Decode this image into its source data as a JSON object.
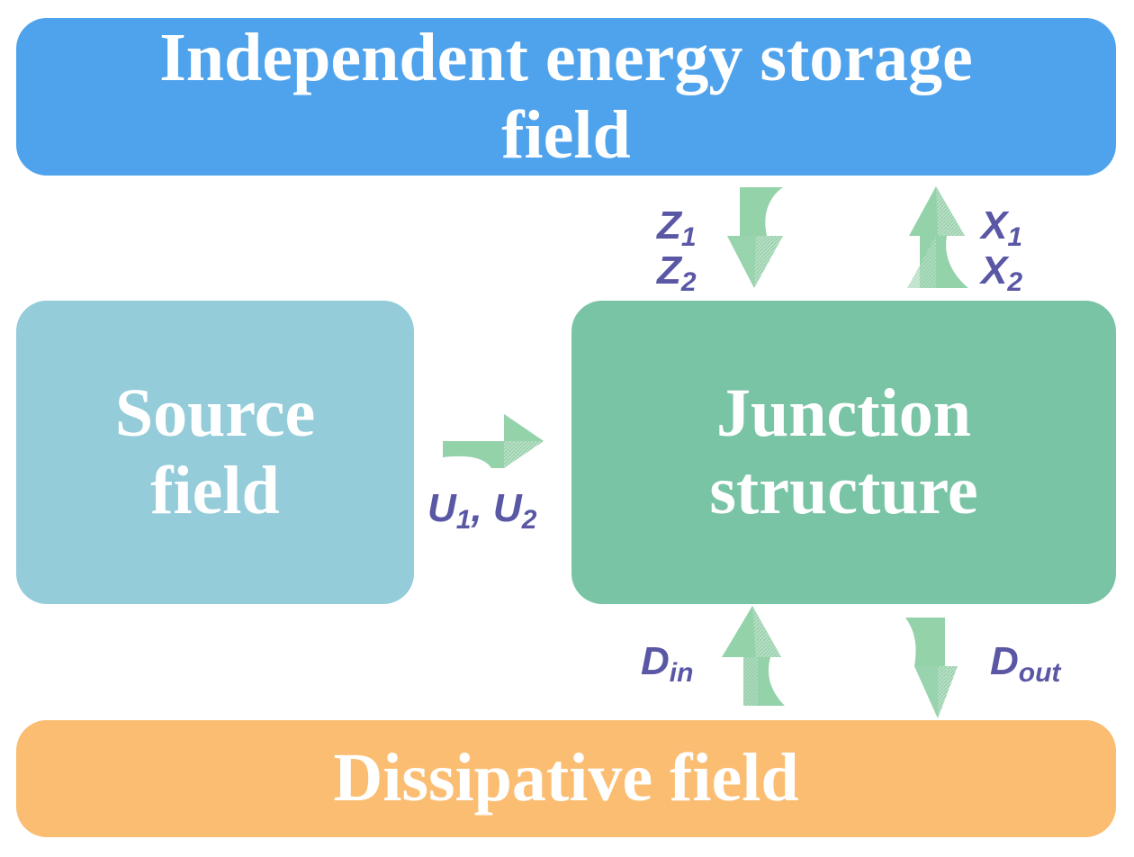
{
  "boxes": {
    "storage_line1": "Independent energy storage",
    "storage_line2": "field",
    "source_line1": "Source",
    "source_line2": "field",
    "junction_line1": "Junction",
    "junction_line2": "structure",
    "dissipative": "Dissipative field"
  },
  "signals": {
    "z1": {
      "base": "Z",
      "sub": "1"
    },
    "z2": {
      "base": "Z",
      "sub": "2"
    },
    "x1": {
      "base": "X",
      "sub": "1"
    },
    "x2": {
      "base": "X",
      "sub": "2"
    },
    "u1": {
      "base": "U",
      "sub": "1"
    },
    "sep": ", ",
    "u2": {
      "base": "U",
      "sub": "2"
    },
    "din": {
      "base": "D",
      "sub": "in"
    },
    "dout": {
      "base": "D",
      "sub": "out"
    }
  },
  "colors": {
    "storage": "#4fa3ec",
    "source": "#94ccda",
    "junction": "#7ac4a6",
    "dissipative": "#fbbd72",
    "label": "#5a57a5",
    "arrow": "#94d2aa"
  }
}
